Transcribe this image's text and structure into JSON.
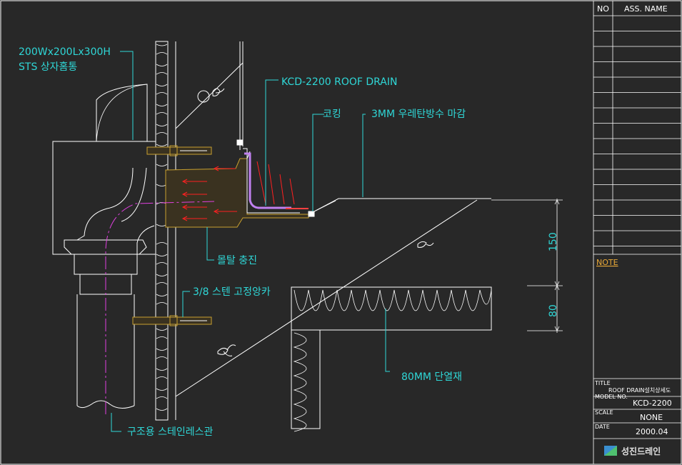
{
  "labels": {
    "box": "200Wx200Lx300H",
    "box_sub": "STS 상자홈통",
    "drain": "KCD-2200 ROOF DRAIN",
    "caulk": "코킹",
    "finish": "3MM 우레탄방수 마감",
    "mortar": "몰탈 충진",
    "anchor": "3/8 스텐 고정앙카",
    "insulation": "80MM 단열재",
    "pipe": "구조용 스테인레스관"
  },
  "dims": {
    "upper": "150",
    "lower": "80"
  },
  "title_block": {
    "col_no": "NO",
    "col_name": "ASS. NAME",
    "note_label": "NOTE",
    "title_label": "TITLE",
    "title_value": "ROOF DRAIN설치상세도",
    "model_label": "MODEL NO.",
    "model_value": "KCD-2200",
    "scale_label": "SCALE",
    "scale_value": "NONE",
    "date_label": "DATE",
    "date_value": "2000.04",
    "company": "성진드레인"
  },
  "colors": {
    "background": "#282828",
    "line": "#ffffff",
    "label": "#2fd7d7",
    "pipe_center": "#e040e0",
    "flow_arrow": "#ff2020",
    "mortar": "#c8a030"
  }
}
